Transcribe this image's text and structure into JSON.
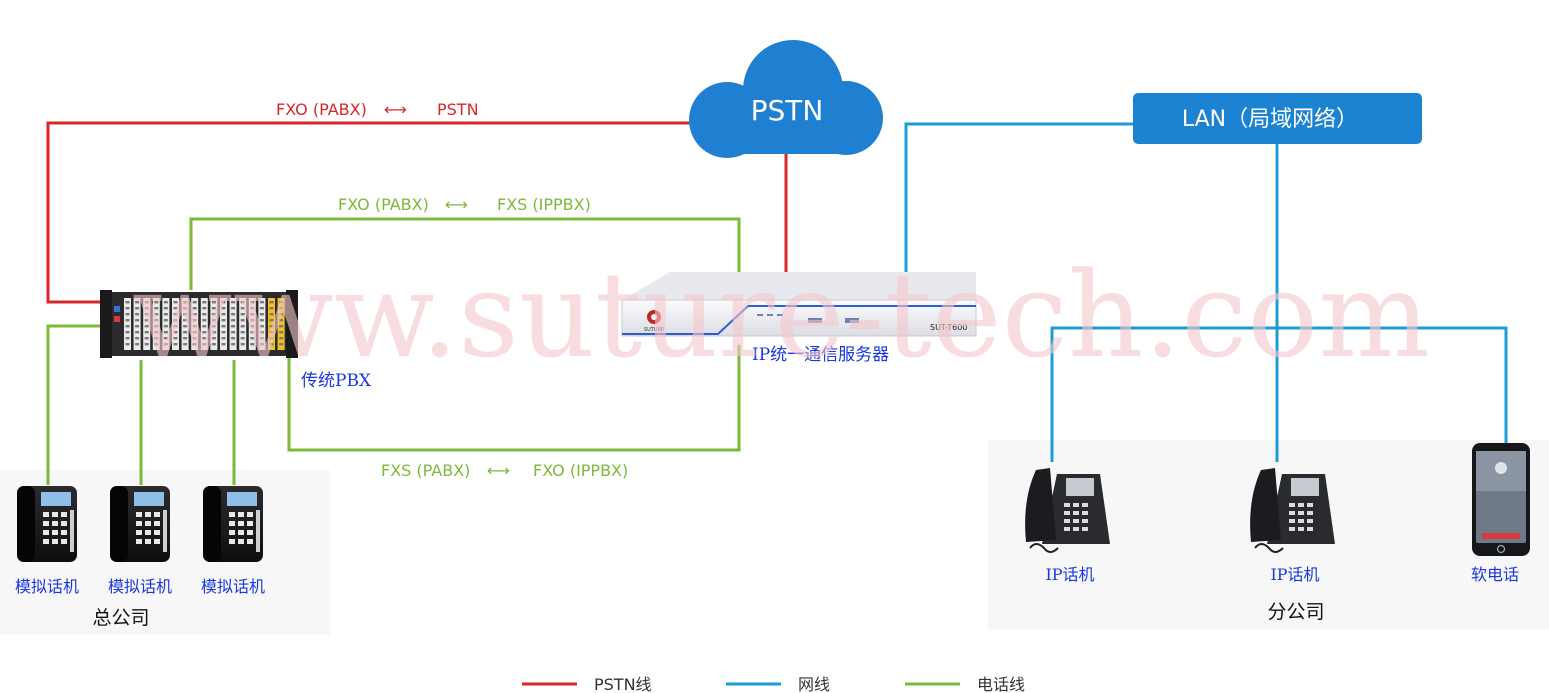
{
  "colors": {
    "pstn": "#d9262b",
    "lan": "#1e9bd7",
    "phone": "#7db83a",
    "blue_label": "#1a36e0",
    "cloud": "#1f7fd0",
    "lan_box": "#1c82d2",
    "watermark": "#f4c8cc"
  },
  "watermark": "www.suture-tech.com",
  "cloud": {
    "label": "PSTN"
  },
  "lan_box": {
    "label": "LAN（局域网络）"
  },
  "links": {
    "pstn_pabx": {
      "left": "FXO (PABX)",
      "arrow": "⟷",
      "right": "PSTN"
    },
    "fxo_fxs": {
      "left": "FXO (PABX)",
      "arrow": "⟷",
      "right": "FXS (IPPBX)"
    },
    "fxs_fxo": {
      "left": "FXS (PABX)",
      "arrow": "⟷",
      "right": "FXO (IPPBX)"
    }
  },
  "devices": {
    "pbx": {
      "label": "传统PBX",
      "icon": "pbx-rack-icon"
    },
    "server": {
      "label": "IP统一通信服务器",
      "model": "SUT-T600",
      "brand": "SUTURE",
      "icon": "ip-server-icon"
    },
    "analog_phones": [
      {
        "label": "模拟话机",
        "icon": "analog-phone-icon"
      },
      {
        "label": "模拟话机",
        "icon": "analog-phone-icon"
      },
      {
        "label": "模拟话机",
        "icon": "analog-phone-icon"
      }
    ],
    "ip_phones": [
      {
        "label": "IP话机",
        "icon": "ip-phone-icon"
      },
      {
        "label": "IP话机",
        "icon": "ip-phone-icon"
      }
    ],
    "softphone": {
      "label": "软电话",
      "icon": "smartphone-icon"
    }
  },
  "groups": {
    "head_office": "总公司",
    "branch": "分公司"
  },
  "legend": [
    {
      "label": "PSTN线",
      "color": "#d9262b"
    },
    {
      "label": "网线",
      "color": "#1e9bd7"
    },
    {
      "label": "电话线",
      "color": "#7db83a"
    }
  ]
}
